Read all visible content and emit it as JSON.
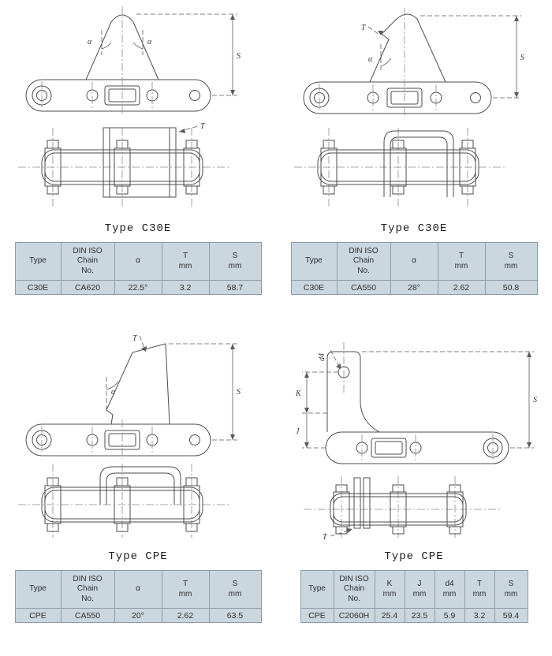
{
  "page": {
    "background": "#ffffff"
  },
  "colors": {
    "table_bg": "#cbd7df",
    "table_border": "#8c9ca8",
    "drawing_line": "#4d4d4d"
  },
  "sections": [
    {
      "title": "Type C30E",
      "labels": {
        "alpha": "α",
        "s": "S",
        "t": "T"
      },
      "table": {
        "headers": [
          "Type",
          "DIN ISO\nChain\nNo.",
          "α",
          "T\nmm",
          "S\nmm"
        ],
        "row": [
          "C30E",
          "CA620",
          "22.5°",
          "3.2",
          "58.7"
        ]
      }
    },
    {
      "title": "Type C30E",
      "labels": {
        "alpha": "α",
        "s": "S",
        "t": "T"
      },
      "table": {
        "headers": [
          "Type",
          "DIN ISO\nChain\nNo.",
          "α",
          "T\nmm",
          "S\nmm"
        ],
        "row": [
          "C30E",
          "CA550",
          "28°",
          "2.62",
          "50.8"
        ]
      }
    },
    {
      "title": "Type CPE",
      "labels": {
        "alpha": "α",
        "s": "S",
        "t": "T"
      },
      "table": {
        "headers": [
          "Type",
          "DIN ISO\nChain\nNo.",
          "α",
          "T\nmm",
          "S\nmm"
        ],
        "row": [
          "CPE",
          "CA550",
          "20°",
          "2.62",
          "63.5"
        ]
      }
    },
    {
      "title": "Type CPE",
      "labels": {
        "s": "S",
        "t": "T",
        "k": "K",
        "j": "J",
        "d4": "d4"
      },
      "table": {
        "headers": [
          "Type",
          "DIN ISO\nChain\nNo.",
          "K\nmm",
          "J\nmm",
          "d4\nmm",
          "T\nmm",
          "S\nmm"
        ],
        "row": [
          "CPE",
          "C2060H",
          "25.4",
          "23.5",
          "5.9",
          "3.2",
          "59.4"
        ]
      }
    }
  ]
}
